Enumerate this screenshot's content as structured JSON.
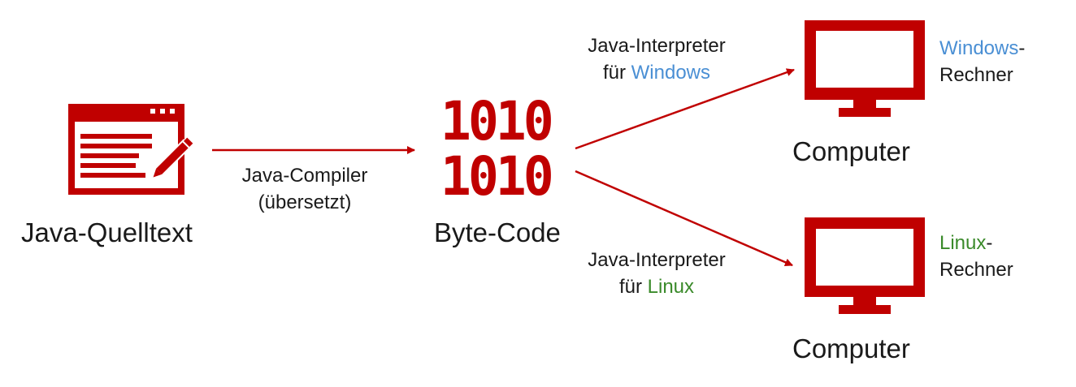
{
  "colors": {
    "accent": "#c00000",
    "windows": "#4a8fd4",
    "linux": "#3a8a2a",
    "text": "#1a1a1a"
  },
  "source": {
    "label": "Java-Quelltext",
    "icon": "code-editor-icon"
  },
  "compiler": {
    "line1": "Java-Compiler",
    "line2": "(übersetzt)"
  },
  "bytecode": {
    "label": "Byte-Code",
    "icon": "binary-icon",
    "row1": "1010",
    "row2": "1010"
  },
  "interpreter_windows": {
    "line1": "Java-Interpreter",
    "prefix": "für ",
    "os": "Windows"
  },
  "interpreter_linux": {
    "line1": "Java-Interpreter",
    "prefix": "für ",
    "os": "Linux"
  },
  "computer_windows": {
    "label": "Computer",
    "os": "Windows",
    "suffix": "-",
    "line2": "Rechner",
    "icon": "monitor-icon"
  },
  "computer_linux": {
    "label": "Computer",
    "os": "Linux",
    "suffix": "-",
    "line2": "Rechner",
    "icon": "monitor-icon"
  }
}
